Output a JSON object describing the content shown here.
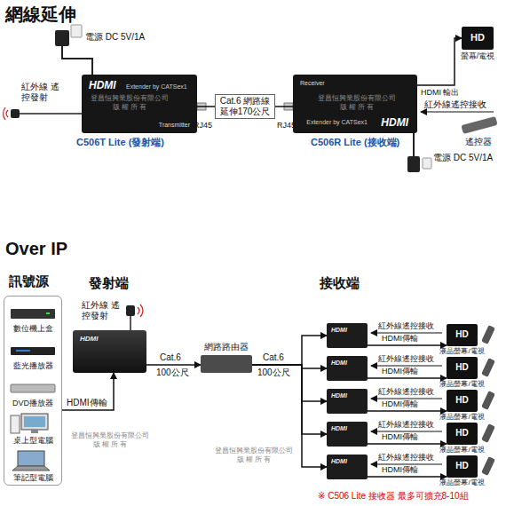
{
  "diagram": {
    "title": "網線延伸",
    "nodes": [
      {
        "text": [
          "HDMI",
          "Extender by CATSex1",
          "Transmitter",
          "C506T Lite (發射端)"
        ]
      },
      {
        "text": [
          "Receiver",
          "HDMI",
          "Extender by CATSex1",
          "C506R Lite (接收端)"
        ]
      },
      {
        "text": [
          "HD",
          "螢幕/電視"
        ]
      },
      {
        "text": [
          "訊號源"
        ]
      },
      {
        "text": [
          "數位機上盒"
        ],
        "in": 3
      },
      {
        "text": [
          "藍光播放器"
        ],
        "in": 3
      },
      {
        "text": [
          "DVD播放器"
        ],
        "in": 3
      },
      {
        "text": [
          "桌上型電腦"
        ],
        "in": 3
      },
      {
        "text": [
          "筆記型電腦"
        ],
        "in": 3
      },
      {
        "text": [
          "HDMI"
        ]
      },
      {
        "text": [
          "網路路由器"
        ]
      },
      {
        "text": [
          "HDMI"
        ]
      },
      {
        "text": [
          "HDMI"
        ]
      },
      {
        "text": [
          "HDMI"
        ]
      },
      {
        "text": [
          "HDMI"
        ]
      },
      {
        "text": [
          "HDMI"
        ]
      },
      {
        "text": [
          "HD",
          "液晶螢幕/電視"
        ]
      },
      {
        "text": [
          "HD",
          "液晶螢幕/電視"
        ]
      },
      {
        "text": [
          "HD",
          "液晶螢幕/電視"
        ]
      },
      {
        "text": [
          "HD",
          "液晶螢幕/電視"
        ]
      },
      {
        "text": [
          "HD",
          "液晶螢幕/電視"
        ]
      }
    ],
    "edges": [
      {
        "from": 0,
        "to": 1,
        "label": "Cat.6 網路線 延伸170公尺",
        "arrow": "none"
      },
      {
        "from": 1,
        "to": 2,
        "label": "HDMI 輸出",
        "arrow": "to"
      },
      {
        "from": 3,
        "to": 9,
        "label": "HDMI傳輸",
        "arrow": "to"
      },
      {
        "from": 9,
        "to": 10,
        "label": "Cat.6",
        "arrow": "to"
      },
      {
        "from": 10,
        "to": 11,
        "arrow": "to"
      },
      {
        "from": 10,
        "to": 12,
        "arrow": "to"
      },
      {
        "from": 10,
        "to": 13,
        "arrow": "to"
      },
      {
        "from": 10,
        "to": 14,
        "arrow": "to"
      },
      {
        "from": 10,
        "to": 15,
        "arrow": "to"
      },
      {
        "from": 11,
        "to": 16,
        "label": "HDMI傳輸",
        "arrow": "to"
      },
      {
        "from": 12,
        "to": 17,
        "label": "HDMI傳輸",
        "arrow": "to"
      },
      {
        "from": 13,
        "to": 18,
        "label": "HDMI傳輸",
        "arrow": "to"
      },
      {
        "from": 14,
        "to": 19,
        "label": "HDMI傳輸",
        "arrow": "to"
      },
      {
        "from": 15,
        "to": 20,
        "label": "HDMI傳輸",
        "arrow": "to"
      }
    ],
    "labels": [
      "Over IP",
      "電源 DC 5V/1A",
      "紅外線 遙控發射",
      "RJ45",
      "RJ45",
      "電源 DC 5V/1A",
      "紅外線遙控接收",
      "遙控器",
      "登昌恒興業股份有限公司 版 權 所 有",
      "登昌恒興業股份有限公司 版 權 所 有",
      "發射端",
      "接收端",
      "紅外線 遙控發射",
      "100公尺",
      "Cat.6",
      "100公尺",
      "紅外線遙控接收",
      "紅外線遙控接收",
      "紅外線遙控接收",
      "紅外線遙控接收",
      "紅外線遙控接收",
      "登昌恒興業股份有限公司 版 權 所 有",
      "登昌恒興業股份有限公司 版 權 所 有",
      "※ C506 Lite 接收器 最多可擴充8-10組"
    ]
  }
}
